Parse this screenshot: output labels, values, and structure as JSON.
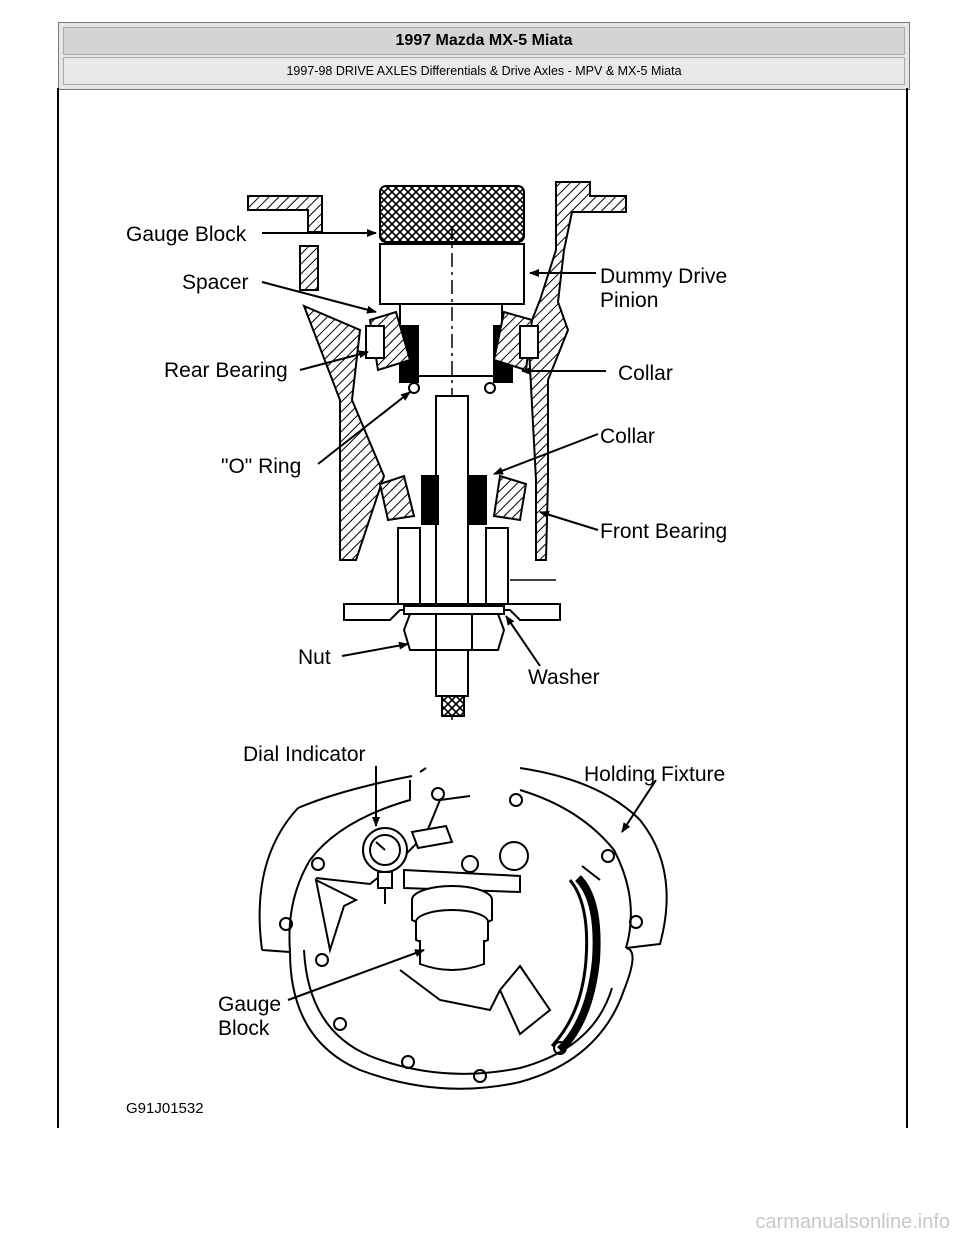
{
  "header": {
    "title": "1997 Mazda MX-5 Miata",
    "subtitle": "1997-98 DRIVE AXLES Differentials & Drive Axles - MPV & MX-5 Miata"
  },
  "figure": {
    "upper_labels": {
      "gauge_block": "Gauge Block",
      "spacer": "Spacer",
      "rear_bearing": "Rear Bearing",
      "o_ring": "\"O\" Ring",
      "nut": "Nut",
      "dummy_drive_pinion_1": "Dummy Drive",
      "dummy_drive_pinion_2": "Pinion",
      "collar_upper": "Collar",
      "collar_lower": "Collar",
      "front_bearing": "Front Bearing",
      "washer": "Washer"
    },
    "lower_labels": {
      "dial_indicator": "Dial Indicator",
      "holding_fixture": "Holding Fixture",
      "gauge_block_1": "Gauge",
      "gauge_block_2": "Block"
    },
    "figure_code": "G91J01532"
  },
  "watermark": "carmanualsonline.info"
}
